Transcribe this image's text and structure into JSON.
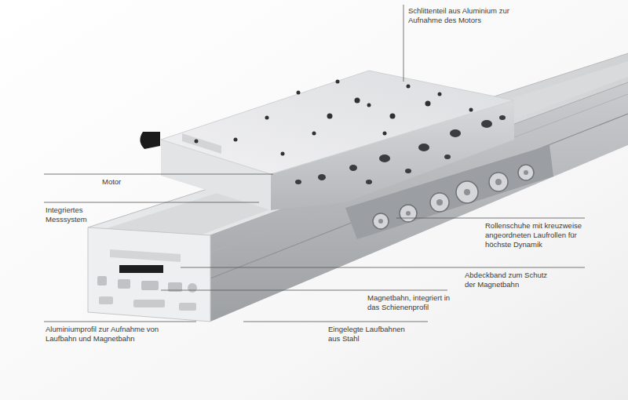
{
  "diagram": {
    "labels": [
      "Schlittenteil aus Aluminium zur Aufnahme des Motors",
      "Motor",
      "Integriertes Messsystem",
      "Rollenschuhe mit kreuzweise angeordneten Laufrollen für höchste Dynamik",
      "Abdeckband zum Schutz der Magnetbahn",
      "Magnetbahn, integriert in das Schienenprofil",
      "Aluminiumprofil zur Aufnahme von Laufbahn und Magnetbahn",
      "Eingelegte Laufbahnen aus Stahl"
    ]
  }
}
